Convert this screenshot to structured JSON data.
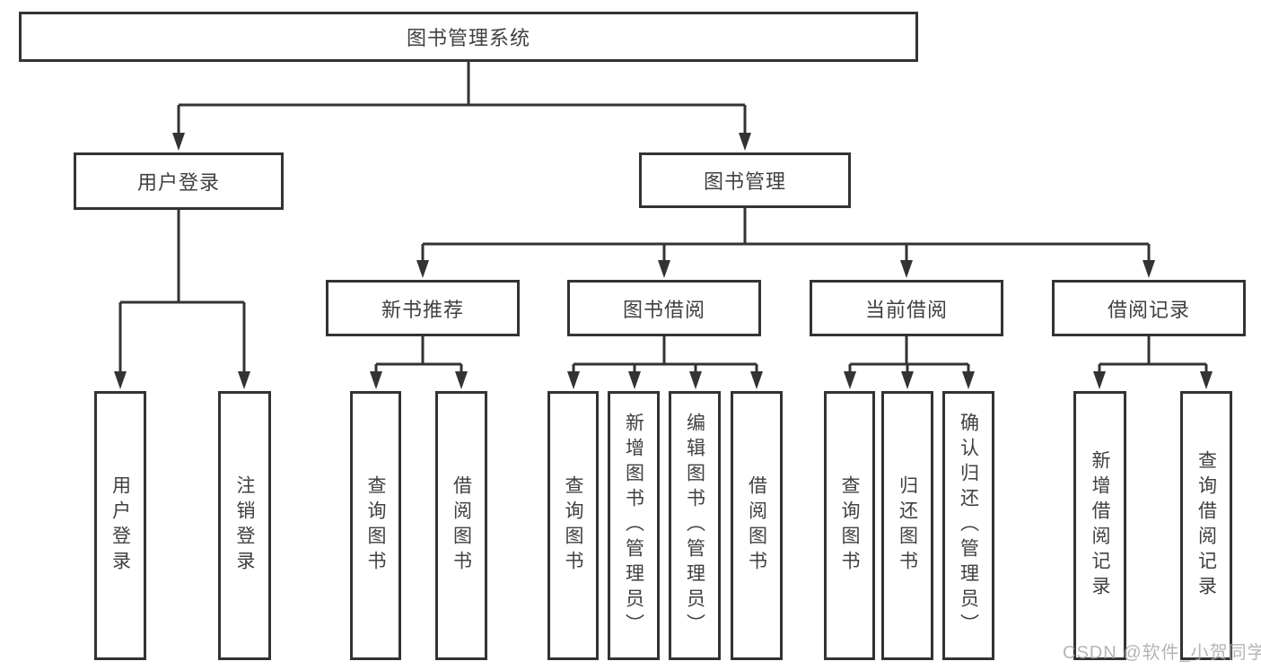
{
  "diagram": {
    "type": "tree",
    "root": {
      "label": "图书管理系统"
    },
    "branches": [
      {
        "label": "用户登录",
        "children": [
          {
            "label": "用户登录"
          },
          {
            "label": "注销登录"
          }
        ]
      },
      {
        "label": "图书管理",
        "children": [
          {
            "label": "新书推荐",
            "children": [
              {
                "label": "查询图书"
              },
              {
                "label": "借阅图书"
              }
            ]
          },
          {
            "label": "图书借阅",
            "children": [
              {
                "label": "查询图书"
              },
              {
                "label": "新增图书（管理员）"
              },
              {
                "label": "编辑图书（管理员）"
              },
              {
                "label": "借阅图书"
              }
            ]
          },
          {
            "label": "当前借阅",
            "children": [
              {
                "label": "查询图书"
              },
              {
                "label": "归还图书"
              },
              {
                "label": "确认归还（管理员）"
              }
            ]
          },
          {
            "label": "借阅记录",
            "children": [
              {
                "label": "新增借阅记录"
              },
              {
                "label": "查询借阅记录"
              }
            ]
          }
        ]
      }
    ]
  },
  "watermark": {
    "text": "CSDN @软件_小贺同学"
  },
  "colors": {
    "line": "#333333",
    "node_text": "#404040",
    "background": "#ffffff",
    "watermark": "#a9a9a9"
  }
}
